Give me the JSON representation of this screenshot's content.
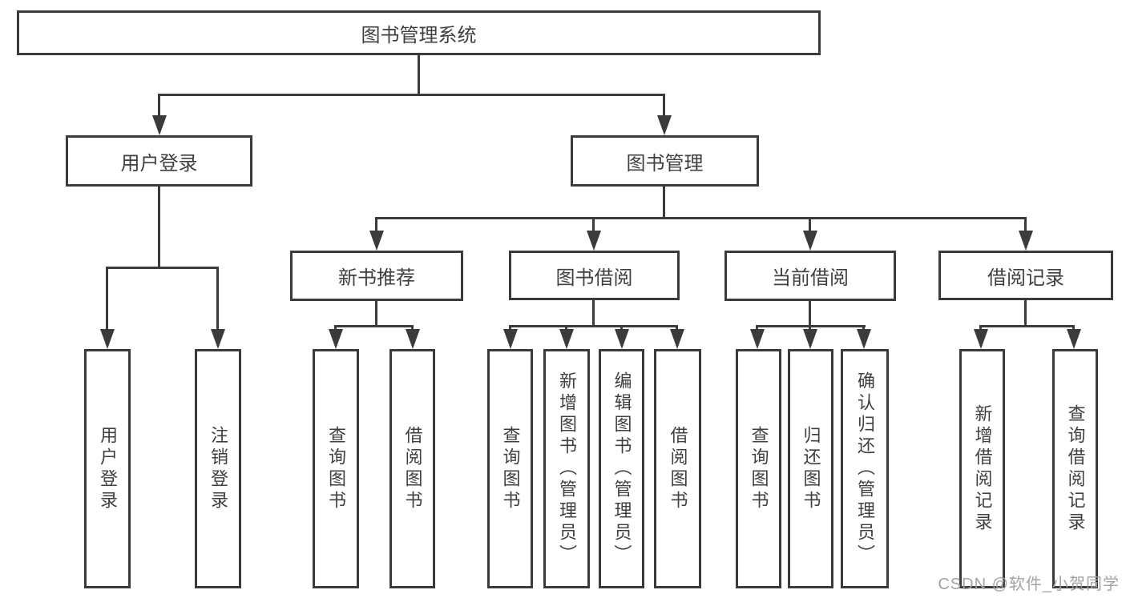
{
  "colors": {
    "line": "#3b3b3b",
    "text": "#3f3f3f",
    "watermark": "#a3a3a3",
    "background": "#ffffff"
  },
  "diagram": {
    "type": "hierarchy-tree",
    "root": {
      "label": "图书管理系统"
    },
    "level2": [
      {
        "label": "用户登录"
      },
      {
        "label": "图书管理"
      }
    ],
    "level3": [
      {
        "label": "新书推荐",
        "parent": "图书管理"
      },
      {
        "label": "图书借阅",
        "parent": "图书管理"
      },
      {
        "label": "当前借阅",
        "parent": "图书管理"
      },
      {
        "label": "借阅记录",
        "parent": "图书管理"
      }
    ],
    "leaves": [
      {
        "label": "用户登录",
        "parent": "用户登录"
      },
      {
        "label": "注销登录",
        "parent": "用户登录"
      },
      {
        "label": "查询图书",
        "parent": "新书推荐"
      },
      {
        "label": "借阅图书",
        "parent": "新书推荐"
      },
      {
        "label": "查询图书",
        "parent": "图书借阅"
      },
      {
        "label": "新增图书（管理员）",
        "parent": "图书借阅"
      },
      {
        "label": "编辑图书（管理员）",
        "parent": "图书借阅"
      },
      {
        "label": "借阅图书",
        "parent": "图书借阅"
      },
      {
        "label": "查询图书",
        "parent": "当前借阅"
      },
      {
        "label": "归还图书",
        "parent": "当前借阅"
      },
      {
        "label": "确认归还（管理员）",
        "parent": "当前借阅"
      },
      {
        "label": "新增借阅记录",
        "parent": "借阅记录"
      },
      {
        "label": "查询借阅记录",
        "parent": "借阅记录"
      }
    ]
  },
  "watermark": {
    "text": "CSDN @软件_小贺同学"
  }
}
